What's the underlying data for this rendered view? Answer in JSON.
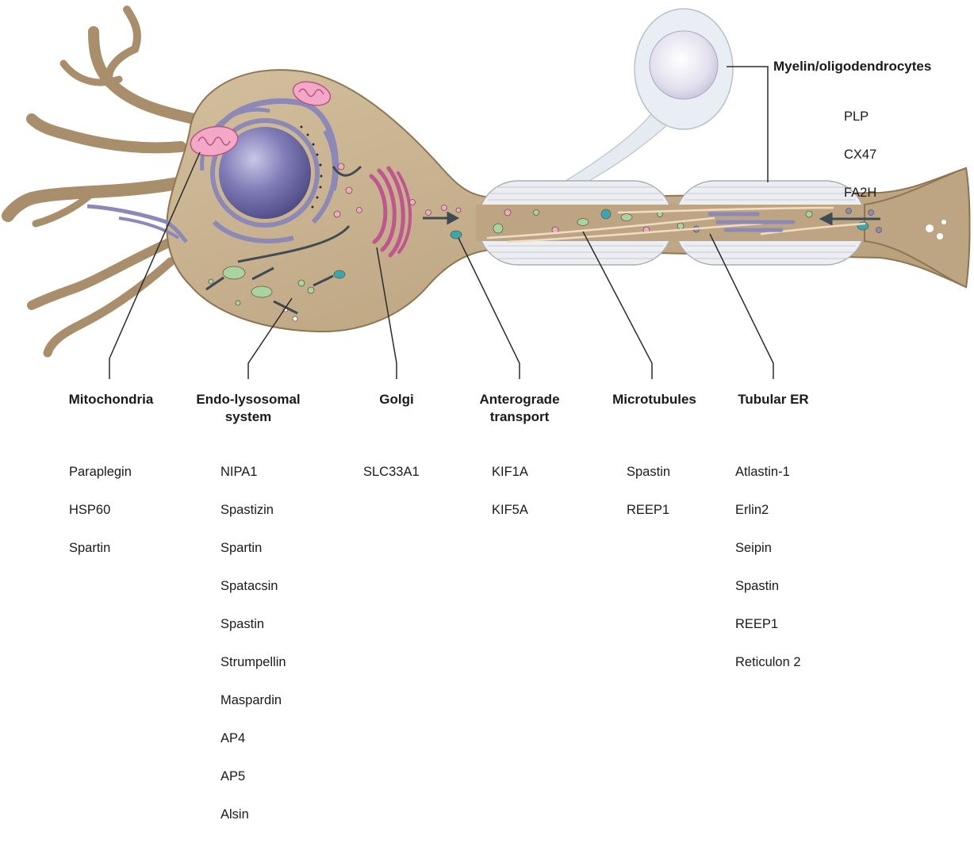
{
  "categories": [
    {
      "id": "mitochondria",
      "title": "Mitochondria",
      "proteins": [
        "Paraplegin",
        "HSP60",
        "Spartin"
      ]
    },
    {
      "id": "endolysosomal",
      "title": "Endo-lysosomal system",
      "proteins": [
        "NIPA1",
        "Spastizin",
        "Spartin",
        "Spatacsin",
        "Spastin",
        "Strumpellin",
        "Maspardin",
        "AP4",
        "AP5",
        "Alsin"
      ]
    },
    {
      "id": "golgi",
      "title": "Golgi",
      "proteins": [
        "SLC33A1"
      ]
    },
    {
      "id": "anterograde",
      "title": "Anterograde transport",
      "proteins": [
        "KIF1A",
        "KIF5A"
      ]
    },
    {
      "id": "microtubules",
      "title": "Microtubules",
      "proteins": [
        "Spastin",
        "REEP1"
      ]
    },
    {
      "id": "tubular-er",
      "title": "Tubular ER",
      "proteins": [
        "Atlastin-1",
        "Erlin2",
        "Seipin",
        "Spastin",
        "REEP1",
        "Reticulon 2"
      ]
    },
    {
      "id": "myelin",
      "title": "Myelin/oligodendrocytes",
      "proteins": [
        "PLP",
        "CX47",
        "FA2H"
      ]
    }
  ],
  "colors": {
    "cell_body": "#bda583",
    "cell_outline": "#8e7655",
    "nucleus": "#6f6ca6",
    "er": "#8c89b8",
    "mitochondria": "#f2a8c6",
    "golgi": "#c0558f",
    "myelin": "#e9ebee",
    "endosome": "#a9d3a1",
    "vesicle_teal": "#3aa6b0",
    "leader_line": "#2b2b2b"
  }
}
